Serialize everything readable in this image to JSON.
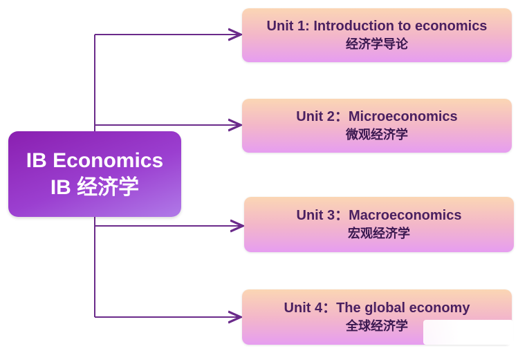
{
  "root": {
    "title_en": "IB Economics",
    "title_zh": "IB 经济学"
  },
  "units": [
    {
      "en": "Unit 1: Introduction to economics",
      "zh": "经济学导论"
    },
    {
      "en": "Unit 2：Microeconomics",
      "zh": "微观经济学"
    },
    {
      "en": "Unit 3：Macroeconomics",
      "zh": "宏观经济学"
    },
    {
      "en": "Unit 4：The global economy",
      "zh": "全球经济学"
    }
  ],
  "colors": {
    "connector": "#6a2a8a",
    "root_gradient_start": "#8a1fb0",
    "root_gradient_end": "#b07ae8",
    "unit_gradient_top": "#fbd6b4",
    "unit_gradient_bottom": "#e69df0"
  }
}
